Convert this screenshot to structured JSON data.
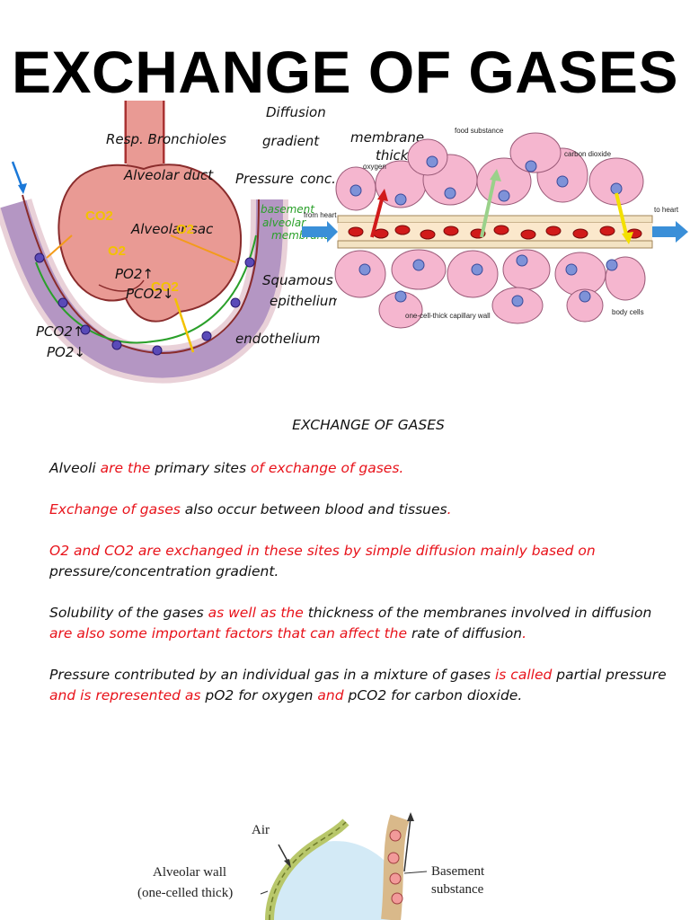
{
  "page": {
    "title": "EXCHANGE OF GASES"
  },
  "alveolus_diagram": {
    "labels": {
      "bronchioles": "Resp. Bronchioles",
      "duct": "Alveolar duct",
      "sac": "Alveolar sac",
      "co2_a": "CO2",
      "o2_a": "O2",
      "o2_b": "O2",
      "co2_b": "CO2",
      "po2_up": "PO2↑",
      "pco2_down": "PCO2↓",
      "pco2_up": "PCO2↑",
      "po2_down": "PO2↓",
      "diffusion": "Diffusion",
      "gradient": "gradient",
      "pressure": "Pressure",
      "conc": "conc.",
      "membrane": "membrane",
      "thickness": "thickness",
      "squamous": "Squamous",
      "epithelium": "epithelium",
      "endothelium": "endothelium",
      "basement": "basement",
      "membrane_green": "membrane",
      "alveolar_green": "alveolar"
    }
  },
  "capillary_diagram": {
    "labels": {
      "food": "food substance",
      "oxygen": "oxygen",
      "carbon_dioxide": "carbon dioxide",
      "from_heart": "from heart",
      "to_heart": "to heart",
      "wall": "one-cell-thick capillary wall",
      "body_cells": "body cells"
    }
  },
  "notes": {
    "heading": "EXCHANGE OF GASES",
    "p1": [
      "Alveoli ",
      "are the",
      " primary sites ",
      "of exchange of gases."
    ],
    "p2": [
      "Exchange of gases",
      " also occur between blood and tissues",
      "."
    ],
    "p3": [
      "O2 and CO2 are exchanged in these sites by simple diffusion mainly based on",
      " pressure/concentration gradient."
    ],
    "p4": [
      "Solubility of the gases ",
      "as well as the",
      " thickness of the membranes involved in diffusion ",
      "are also some important factors that can affect the",
      " rate of diffusion",
      "."
    ],
    "p5": [
      "Pressure contributed by an individual gas in a mixture of gases ",
      "is called",
      " partial pressure ",
      "and is represented as",
      " pO2 for oxygen ",
      "and",
      " pCO2 for carbon dioxide."
    ]
  },
  "bottom_diagram": {
    "labels": {
      "air": "Air",
      "alveolar_wall": "Alveolar wall",
      "one_celled": "(one-celled thick)",
      "basement": "Basement",
      "substance": "substance"
    }
  }
}
